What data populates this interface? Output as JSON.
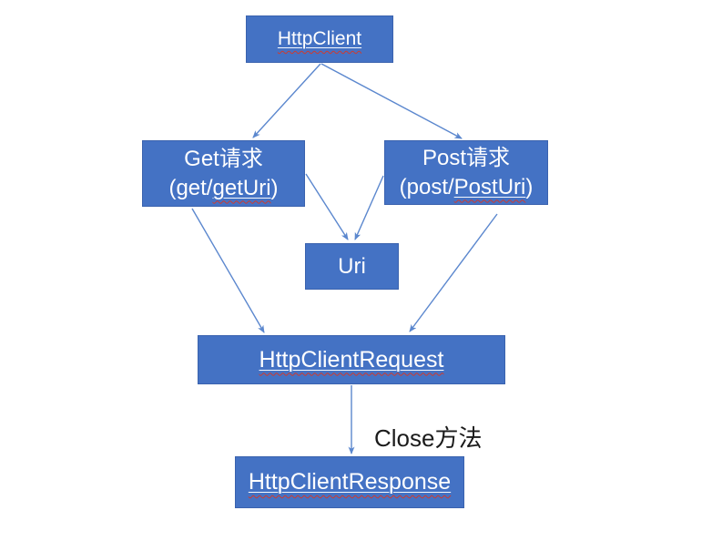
{
  "diagram": {
    "type": "flowchart",
    "nodes": {
      "httpclient": {
        "text": "HttpClient"
      },
      "get": {
        "line1": "Get请求",
        "line2_prefix": "(get/",
        "line2_word": "getUri",
        "line2_suffix": ")"
      },
      "post": {
        "line1": "Post请求",
        "line2_prefix": "(post/",
        "line2_word": "PostUri",
        "line2_suffix": ")"
      },
      "uri": {
        "text": "Uri"
      },
      "request": {
        "text": "HttpClientRequest"
      },
      "response": {
        "text": "HttpClientResponse"
      }
    },
    "edges": [
      {
        "from": "httpclient",
        "to": "get"
      },
      {
        "from": "httpclient",
        "to": "post"
      },
      {
        "from": "get",
        "to": "uri"
      },
      {
        "from": "post",
        "to": "uri"
      },
      {
        "from": "get",
        "to": "request"
      },
      {
        "from": "post",
        "to": "request"
      },
      {
        "from": "request",
        "to": "response",
        "label": "Close方法"
      }
    ],
    "labels": {
      "close_method": "Close方法"
    },
    "colors": {
      "box_fill": "#4472c4",
      "box_border": "#3a62ae",
      "box_text": "#ffffff",
      "connector": "#5b87ce",
      "spellcheck_wave": "#cf3a2e",
      "label_text": "#1b1b1b",
      "background": "#ffffff"
    }
  }
}
